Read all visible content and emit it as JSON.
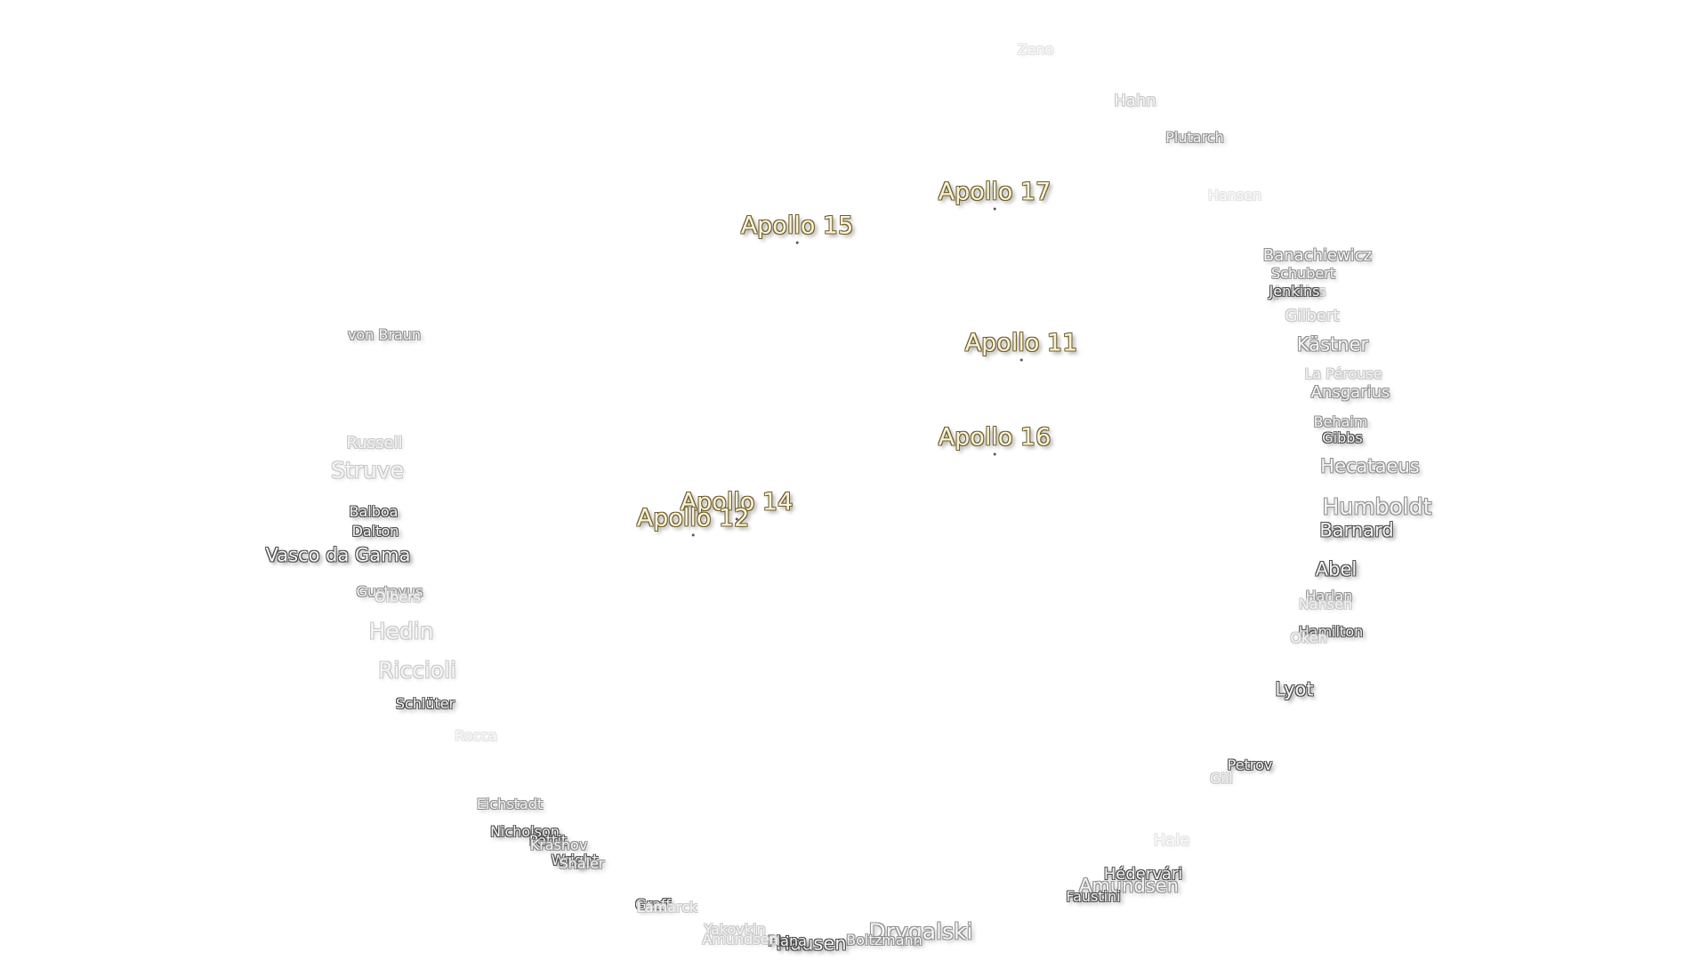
{
  "apollo_sites": [
    "Apollo 17",
    "Apollo 15",
    "Apollo 11",
    "Apollo 16",
    "Apollo 14",
    "Apollo 12"
  ],
  "features": [
    "Zeno",
    "Hahn",
    "Plutarch",
    "Hansen",
    "Banachiewicz",
    "Schubert",
    "Jenkins",
    "Jenkins",
    "Gilbert",
    "Kästner",
    "La Pérouse",
    "Ansgarius",
    "Behaim",
    "Gibbs",
    "Hecataeus",
    "Humboldt",
    "Barnard",
    "Abel",
    "Harlan",
    "Nansen",
    "Hamilton",
    "Oken",
    "Lyot",
    "Petrov",
    "Gill",
    "Hale",
    "Hédervári",
    "Amundsen",
    "Faustini",
    "Drygalski",
    "Boltzmann",
    "Hausen",
    "Plana",
    "Yakovkin",
    "Amundsen",
    "Graff",
    "Wright",
    "Nicholson",
    "Pettit",
    "Krasnov",
    "Eichstadt",
    "Rocca",
    "Schlüter",
    "Riccioli",
    "Hedin",
    "Gustavus",
    "Olbers",
    "Vasco da Gama",
    "Dalton",
    "Balboa",
    "Struve",
    "Russell",
    "von Braun",
    "Shaler",
    "Lamarck"
  ],
  "colors": {
    "background": "#ffffff",
    "apollo_fill": "#fbf3d8",
    "apollo_outline": "#6e5e2c",
    "label_fill": "#f4f4f4",
    "label_outline": "#4a4a4a"
  }
}
